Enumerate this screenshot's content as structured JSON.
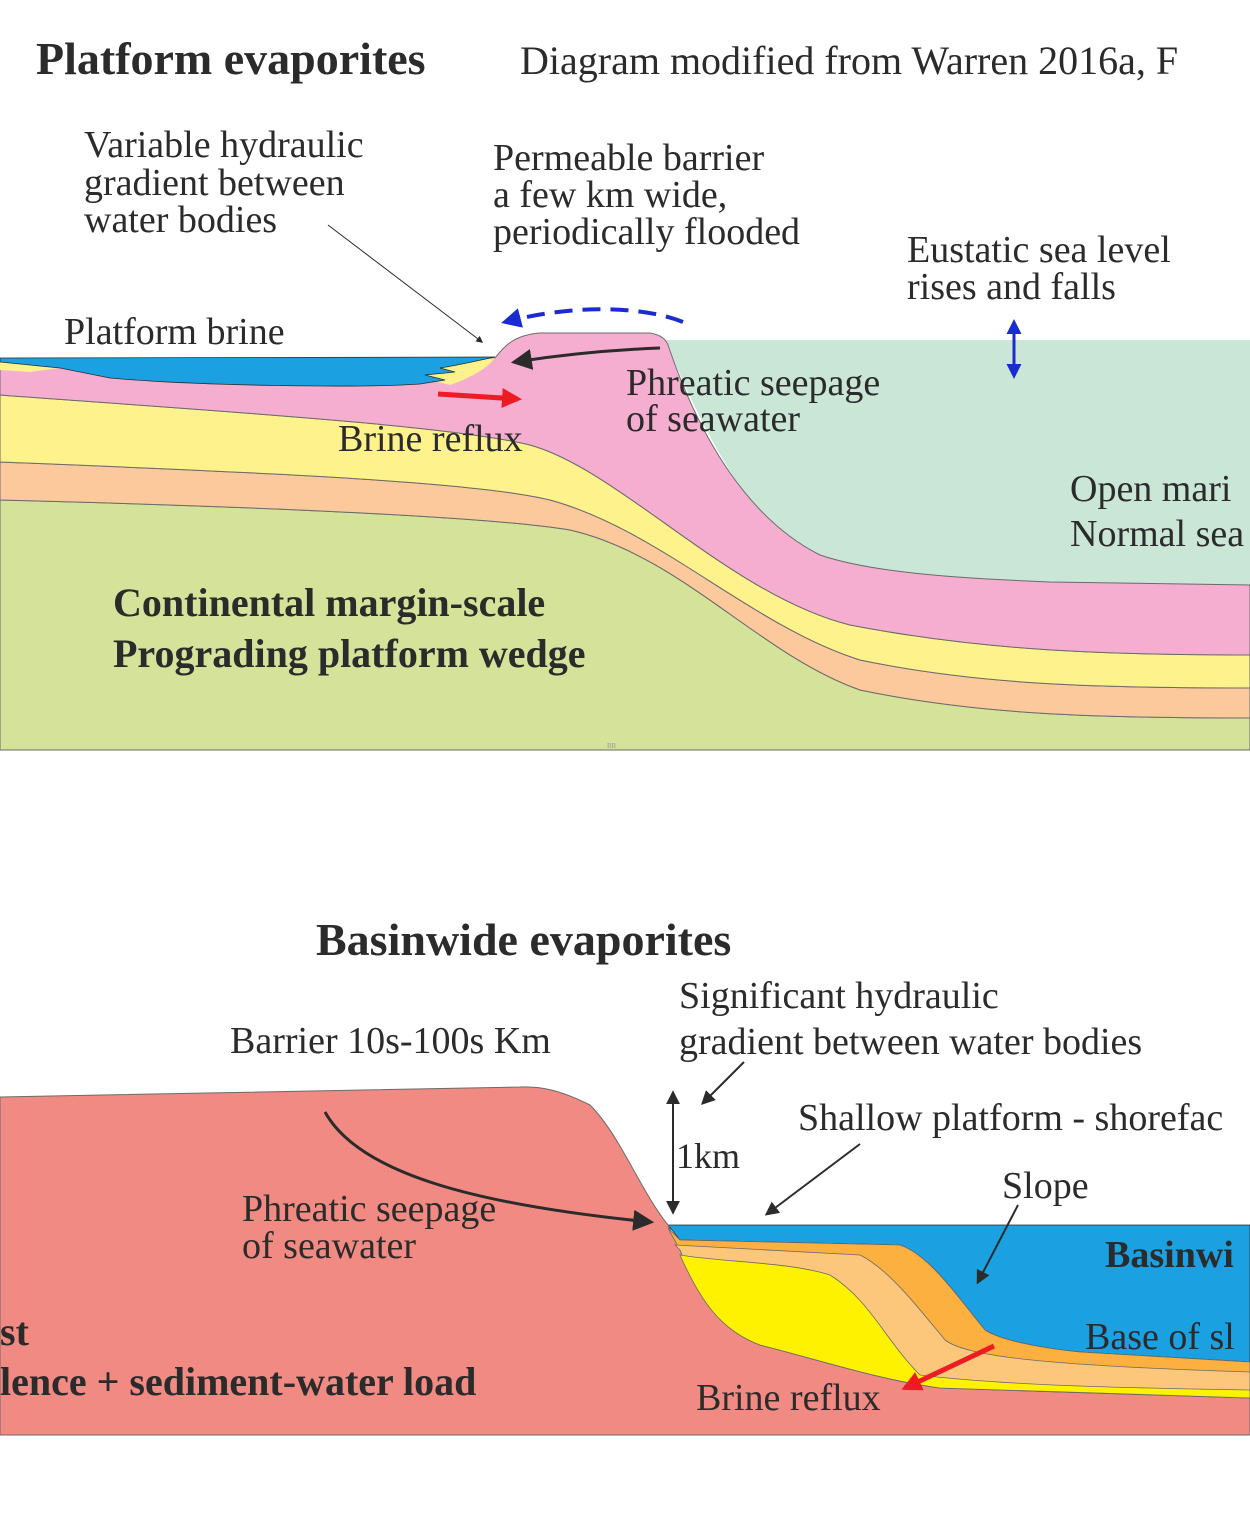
{
  "platform": {
    "title": "Platform evaporites",
    "source_note": "Diagram modified from Warren 2016a, F",
    "hydraulic_label": [
      "Variable hydraulic",
      "gradient between",
      "water bodies"
    ],
    "barrier_label": [
      "Permeable barrier",
      "a few km wide,",
      "periodically flooded"
    ],
    "sealevel_label": [
      "Eustatic sea level",
      "rises and falls"
    ],
    "brine_label": "Platform brine",
    "seepage_label": [
      "Phreatic seepage",
      "of seawater"
    ],
    "reflux_label": "Brine reflux",
    "open_marine_label": [
      "Open mari",
      "Normal sea"
    ],
    "wedge_label": [
      "Continental margin-scale",
      "Prograding platform wedge"
    ],
    "watermark": "BR"
  },
  "basinwide": {
    "title": "Basinwide evaporites",
    "hydraulic_label": [
      "Significant hydraulic",
      "gradient between water bodies"
    ],
    "barrier_label": "Barrier 10s-100s Km",
    "depth_label": "1km",
    "shoreface_label": "Shallow platform - shorefac",
    "slope_label": "Slope",
    "seepage_label": [
      "Phreatic seepage",
      "of seawater"
    ],
    "basin_label": "Basinwi",
    "base_slope_label": "Base of sl",
    "reflux_label": "Brine reflux",
    "crust_label": [
      "st",
      "lence + sediment-water load"
    ]
  },
  "colors": {
    "seawater": "#c9e6d6",
    "brine_blue": "#1ba1e2",
    "evaporite_pink": "#f5aed0",
    "yellow_layer": "#fdf28c",
    "orange_layer": "#fbc99c",
    "platform_green": "#d4e29a",
    "crust_red": "#f08a82",
    "basin_yellow": "#fff200",
    "basin_orange": "#fbb040",
    "reflux_red": "#ed1c24",
    "sealevel_blue": "#1a2bd1"
  }
}
